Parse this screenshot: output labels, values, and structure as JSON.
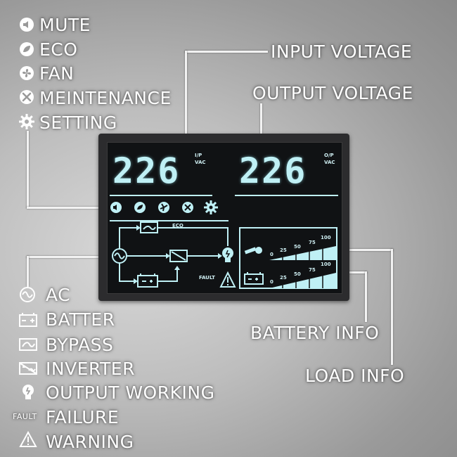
{
  "legend_top": [
    {
      "icon": "mute-icon",
      "label": "MUTE"
    },
    {
      "icon": "eco-icon",
      "label": "ECO"
    },
    {
      "icon": "fan-icon",
      "label": "FAN"
    },
    {
      "icon": "wrench-icon",
      "label": "MEINTENANCE"
    },
    {
      "icon": "gear-icon",
      "label": "SETTING"
    }
  ],
  "legend_bottom": [
    {
      "icon": "ac-icon",
      "label": "AC"
    },
    {
      "icon": "battery-icon",
      "label": "BATTER"
    },
    {
      "icon": "bypass-icon",
      "label": "BYPASS"
    },
    {
      "icon": "inverter-icon",
      "label": "INVERTER"
    },
    {
      "icon": "bulb-icon",
      "label": "OUTPUT WORKING"
    },
    {
      "icon": "fault-text",
      "label": "FAILURE",
      "prefix": "FAULT"
    },
    {
      "icon": "warning-icon",
      "label": "WARNING"
    }
  ],
  "callouts": {
    "input_voltage": "INPUT VOLTAGE",
    "output_voltage": "OUTPUT VOLTAGE",
    "battery_info": "BATTERY INFO",
    "load_info": "LOAD INFO"
  },
  "display": {
    "input_value": "226",
    "input_unit_top": "I/P",
    "input_unit_bottom": "VAC",
    "output_value": "226",
    "output_unit_top": "O/P",
    "output_unit_bottom": "VAC",
    "eco_label": "ECO",
    "fault_label": "FAULT",
    "scale": [
      "0",
      "25",
      "50",
      "75",
      "100"
    ]
  },
  "colors": {
    "lcd_text": "#bff0f5",
    "lcd_background": "#101214",
    "frame": "#2c2c2e"
  }
}
